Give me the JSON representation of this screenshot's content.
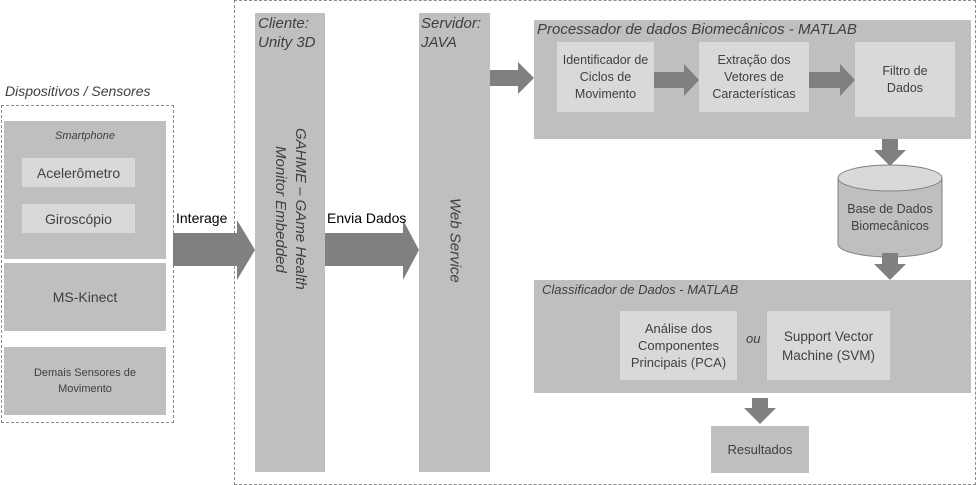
{
  "devices_title": "Dispositivos / Sensores",
  "smartphone": {
    "label": "Smartphone",
    "accel": "Acelerômetro",
    "gyro": "Giroscópio"
  },
  "kinect": "MS-Kinect",
  "other_sensors": "Demais Sensores de Movimento",
  "interage": "Interage",
  "client": {
    "title_line1": "Cliente:",
    "title_line2": "Unity 3D",
    "vertical": "GAHME – GAme Health Monitor Embedded"
  },
  "envia": "Envia Dados",
  "server": {
    "title_line1": "Servidor:",
    "title_line2": "JAVA",
    "vertical": "Web Service"
  },
  "processor": {
    "title": "Processador de dados Biomecânicos - MATLAB",
    "step1": "Identificador de Ciclos de Movimento",
    "step2": "Extração dos Vetores de Características",
    "step3": "Filtro de Dados"
  },
  "database": "Base de Dados Biomecânicos",
  "classifier": {
    "title": "Classificador de Dados - MATLAB",
    "pca": "Análise dos Componentes Principais (PCA)",
    "ou": "ou",
    "svm": "Support Vector Machine (SVM)"
  },
  "results": "Resultados",
  "colors": {
    "box": "#bfbfbf",
    "light_box": "#d9d9d9",
    "arrow": "#808080",
    "dash": "#8c8c8c"
  }
}
